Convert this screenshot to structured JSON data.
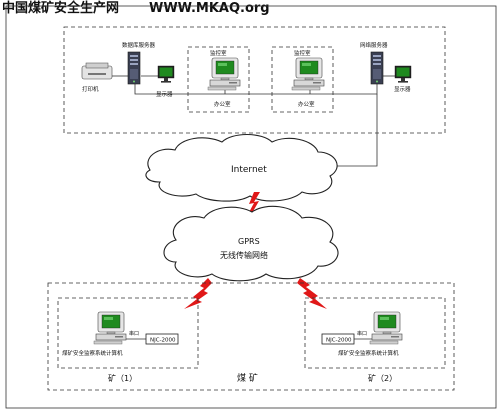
{
  "header": {
    "site_name": "中国煤矿安全生产网",
    "site_url": "WWW.MKAQ.org"
  },
  "office_network": {
    "printer_label": "打印机",
    "db_server_label": "数据库服务器",
    "db_monitor_label": "显示器",
    "office1_title": "监控室",
    "office1_sub": "办公室",
    "office2_title": "监控室",
    "office2_sub": "办公室",
    "web_server_label": "网络服务器",
    "web_monitor_label": "显示器"
  },
  "internet": {
    "label": "Internet"
  },
  "gprs": {
    "label_line1": "GPRS",
    "label_line2": "无线传输网络"
  },
  "coal_mine": {
    "section_label": "煤 矿",
    "mine1": {
      "computer_label": "煤矿安全监察系统计算机",
      "device_label": "NJC-2000",
      "port_label": "串口",
      "caption": "矿（1）"
    },
    "mine2": {
      "computer_label": "煤矿安全监察系统计算机",
      "device_label": "NJC-2000",
      "port_label": "串口",
      "caption": "矿（2）"
    }
  },
  "colors": {
    "lightning": "#e01818",
    "monitor_screen": "#1f8a1f",
    "pc_body": "#d8d8d8",
    "server_body": "#3a3f52",
    "line": "#333333"
  }
}
